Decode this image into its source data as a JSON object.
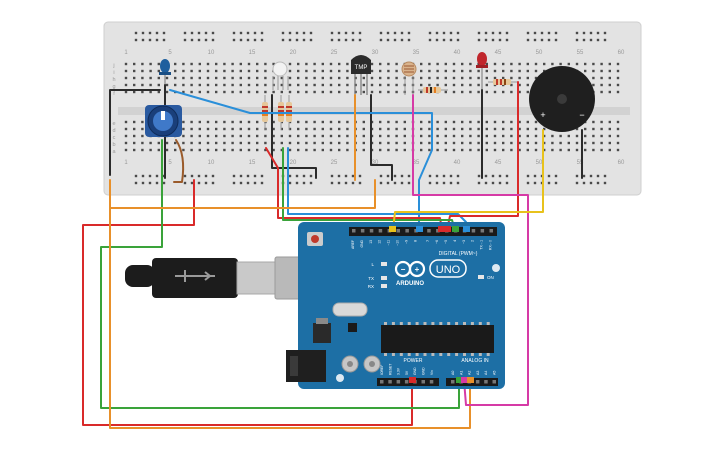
{
  "breadboard": {
    "col_numbers": [
      "1",
      "5",
      "10",
      "15",
      "20",
      "25",
      "30",
      "35",
      "40",
      "45",
      "50",
      "55",
      "60"
    ],
    "row_letters_top": [
      "j",
      "i",
      "h",
      "g",
      "f"
    ],
    "row_letters_bottom": [
      "e",
      "d",
      "c",
      "b",
      "a"
    ]
  },
  "sensor": {
    "label": "TMP"
  },
  "arduino": {
    "logo_left": "ARDUINO",
    "logo_right": "UNO",
    "digital_label": "DIGITAL (PWM~)",
    "power_label": "POWER",
    "analog_label": "ANALOG IN",
    "led_labels": [
      "L",
      "TX",
      "RX"
    ],
    "on_label": "ON",
    "digital_pins": [
      "AREF",
      "GND",
      "13",
      "12",
      "~11",
      "~10",
      "~9",
      "8",
      "7",
      "~6",
      "~5",
      "4",
      "~3",
      "2",
      "TX→1",
      "RX←0"
    ],
    "power_pins": [
      "IOREF",
      "RESET",
      "3.3V",
      "5V",
      "GND",
      "GND",
      "Vin"
    ],
    "analog_pins": [
      "A0",
      "A1",
      "A2",
      "A3",
      "A4",
      "A5"
    ]
  },
  "buzzer": {
    "plus": "+",
    "minus": "−"
  },
  "colors": {
    "wire_red": "#d92a2a",
    "wire_orange": "#e8902a",
    "wire_green": "#3aa33a",
    "wire_blue": "#2a8fd9",
    "wire_pink": "#d63aa6",
    "wire_yellow": "#e8c21c",
    "wire_black": "#2b2b2b",
    "wire_brown": "#9a5a2a",
    "board_blue": "#1d6fa5"
  }
}
